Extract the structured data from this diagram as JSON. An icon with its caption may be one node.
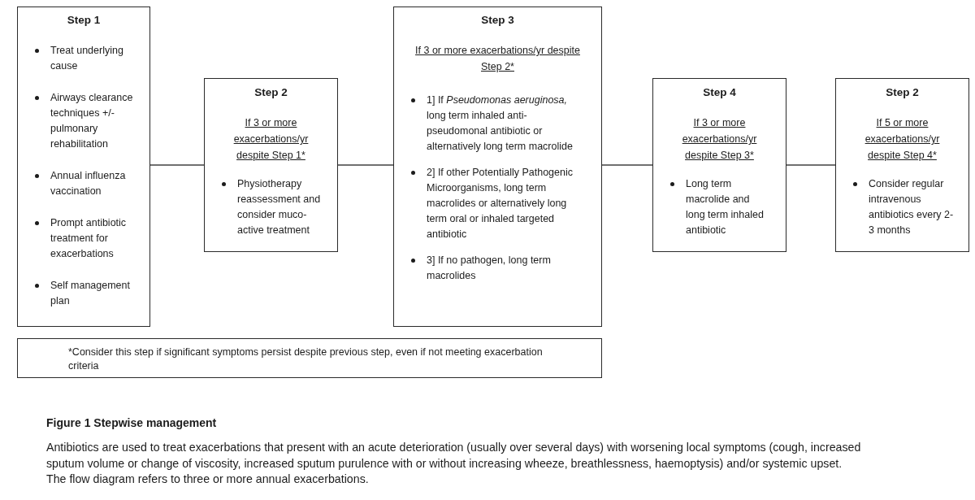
{
  "diagram": {
    "caption": "Figure 1 Stepwise management",
    "nodes": [
      {
        "text": [
          "Step 1",
          "Treat underlying cause",
          "Airways clearance techniques +/- pulmonary rehabilitation",
          "Annual influenza vaccination",
          "Prompt antibiotic treatment for exacerbations",
          "Self management plan"
        ]
      },
      {
        "text": [
          "Step 2",
          "If 3 or more exacerbations/yr despite Step 1*",
          "Physiotherapy reassessment and consider muco-active treatment"
        ]
      },
      {
        "text": [
          "Step 3",
          "If 3 or more exacerbations/yr despite Step 2*",
          "1] If *Pseudomonas aeruginosa,* long term inhaled anti-pseudomonal antibiotic or alternatively long term macrolide",
          "2] If other Potentially Pathogenic Microorganisms, long term macrolides or alternatively long term oral or inhaled targeted antibiotic",
          "3] If no pathogen, long term macrolides"
        ]
      },
      {
        "text": [
          "Step 4",
          "If 3 or more exacerbations/yr despite Step 3*",
          "Long term macrolide and long term inhaled antibiotic"
        ]
      },
      {
        "text": [
          "Step 2",
          "If 5 or more exacerbations/yr despite Step 4*",
          "Consider regular intravenous antibiotics every 2-3 months"
        ]
      },
      {
        "text": [
          "*Consider this step if significant symptoms persist despite previous step, even if not meeting exacerbation criteria"
        ]
      }
    ],
    "edges": [
      {
        "from": 0,
        "to": 1,
        "arrow": "none"
      },
      {
        "from": 1,
        "to": 2,
        "arrow": "none"
      },
      {
        "from": 2,
        "to": 3,
        "arrow": "none"
      },
      {
        "from": 3,
        "to": 4,
        "arrow": "none"
      }
    ],
    "labels": [
      "Antibiotics are used to treat exacerbations that present with an acute deterioration (usually over several days) with worsening local symptoms (cough, increased sputum volume or change of viscosity, increased sputum purulence with or without increasing wheeze, breathlessness, haemoptysis) and/or systemic upset.",
      "The flow diagram refers to three or more annual exacerbations."
    ]
  }
}
